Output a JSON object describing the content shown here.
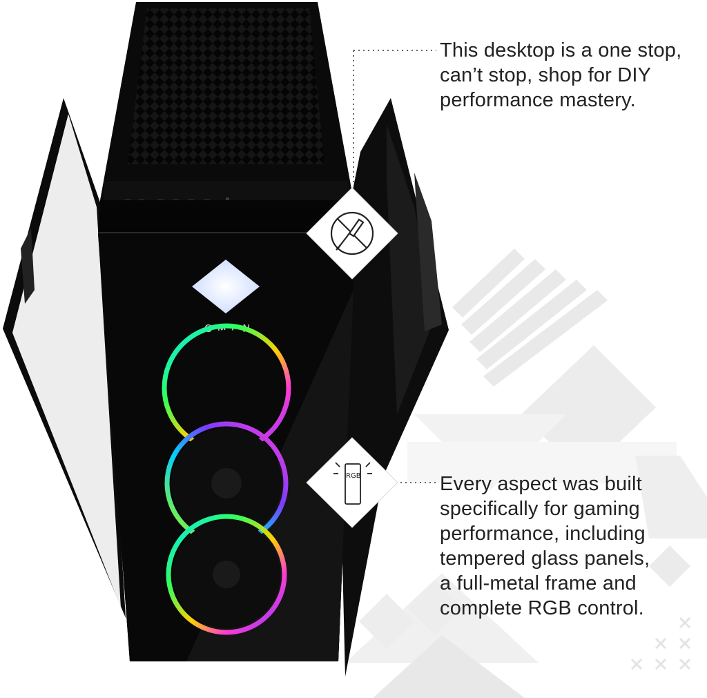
{
  "product": {
    "brand_label": "OMEN",
    "colors": {
      "case": "#0a0a0a",
      "background": "#ffffff",
      "pattern": "#e9e9e9",
      "text": "#222222"
    }
  },
  "callouts": [
    {
      "icon": "screwdriver-icon",
      "lines": [
        "This desktop is a one stop,",
        "can’t stop, shop for DIY",
        "performance mastery."
      ]
    },
    {
      "icon": "rgb-icon",
      "icon_label": "RGB",
      "lines": [
        "Every aspect was built",
        "specifically for gaming",
        "performance, including",
        "tempered glass panels,",
        "a full-metal frame and",
        "complete RGB control."
      ]
    }
  ]
}
